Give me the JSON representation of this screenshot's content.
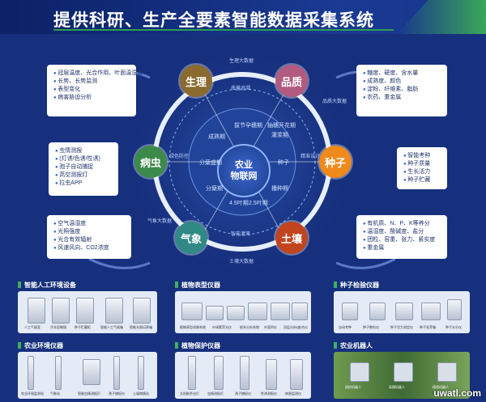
{
  "title": "提供科研、生产全要素智能数据采集系统",
  "nodes": {
    "shengli": "生理",
    "pinzhi": "品质",
    "zhongzi": "种子",
    "turang": "土壤",
    "qixiang": "气象",
    "bingchong": "病虫",
    "core_line1": "农业",
    "core_line2": "物联网"
  },
  "ring_labels": {
    "top": "生理大数据",
    "bottom": "土壤大数据",
    "right": "品质大数据",
    "left": "气象大数据",
    "inner_top": "质量追溯",
    "inner_left": "绿色防控",
    "inner_right": "精准设计",
    "inner_bottom": "智能灌溉"
  },
  "growth_stages": [
    "拔节孕穗期",
    "分蘖盛期",
    "抽穗开花期",
    "灌浆期",
    "成熟期",
    "种子",
    "播种期",
    "2.5叶期",
    "4.5叶期",
    "分蘖期"
  ],
  "panels": {
    "shengli": [
      "冠层温度、光合作用、叶面温湿度",
      "长势、长势监测",
      "表型变化",
      "病害胁迫分析"
    ],
    "pinzhi": [
      "糖度、硬度、含水量",
      "成熟度、颜色",
      "淀粉、纤维素、脂肪",
      "农药、重金属"
    ],
    "bingchong": [
      "虫情测报",
      "(灯诱/色诱/性诱)",
      "孢子自动捕捉",
      "高空测报灯",
      "拉虫APP"
    ],
    "zhongzi": [
      "智能考种",
      "种子质量",
      "生长活力",
      "种子贮藏"
    ],
    "qixiang": [
      "空气温湿度",
      "光照强度",
      "光合有效辐射",
      "风速风向、CO2浓度"
    ],
    "turang": [
      "有机质、N、P、K等养分",
      "温湿度、酸碱度、盐分",
      "团粒、容重、张力、紧实度",
      "重金属"
    ]
  },
  "sections": {
    "s1": {
      "title": "智能人工环境设备",
      "items": [
        "人工气候室",
        "冷冻显微镜",
        "种子贮藏柜",
        "智能人工气候箱",
        "智能光照培养箱"
      ]
    },
    "s2": {
      "title": "植物表型仪器",
      "items": [
        "植物表型成像系统",
        "叶绿素荧光仪",
        "根系分析系统",
        "叶面积仪",
        "冠层分析仪",
        "光合仪"
      ]
    },
    "s3": {
      "title": "种子检验仪器",
      "items": [
        "自动考种",
        "种子数粒仪",
        "种子活力测定仪",
        "种子发芽箱",
        "种子水分仪"
      ]
    },
    "s4": {
      "title": "农业环境仪器",
      "items": [
        "农业环境监测站",
        "气象站",
        "智能虫情测报灯",
        "孢子捕捉仪",
        "土壤墒情站"
      ]
    },
    "s5": {
      "title": "植物保护仪器",
      "items": [
        "太阳能杀虫灯",
        "虫情测报灯",
        "孢子捕捉仪",
        "性诱测报仪",
        "病害监测仪"
      ]
    },
    "s6": {
      "title": "农业机器人",
      "items": [
        "巡检机器人",
        "采摘机器人",
        "植保机器人"
      ]
    }
  },
  "colors": {
    "bg": "#16307d",
    "brown": "#8a6a2f",
    "pink": "#b25a7f",
    "orange": "#f08a1a",
    "red": "#c2441f",
    "teal": "#2f8a86",
    "green": "#3c8a49"
  },
  "watermark": "uwatl.com"
}
